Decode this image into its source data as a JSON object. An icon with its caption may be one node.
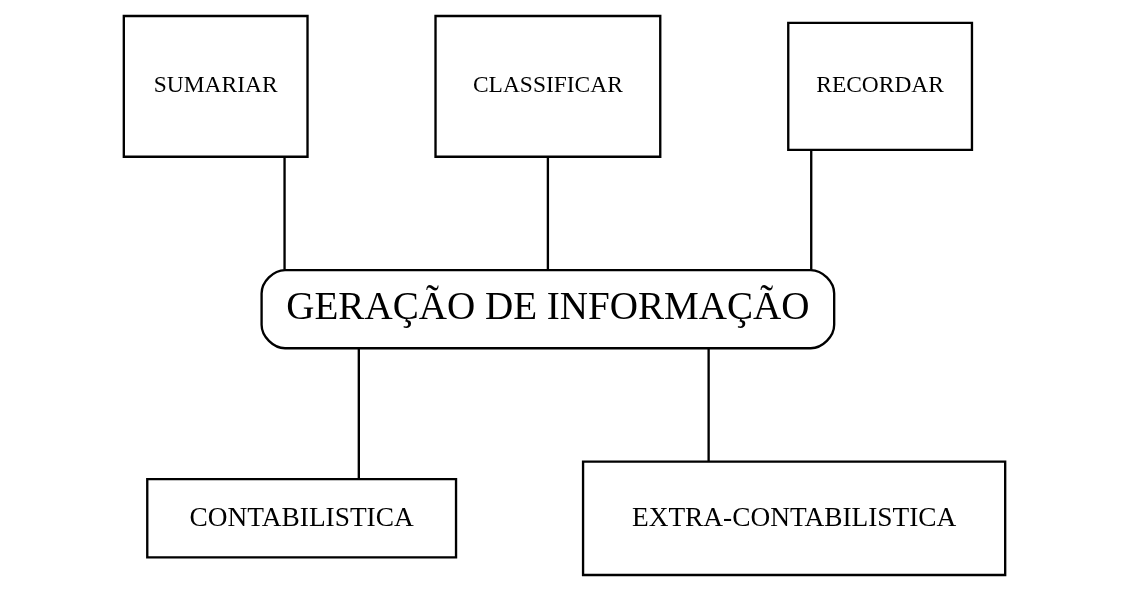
{
  "diagram": {
    "nodes": [
      {
        "text": [
          "SUMARIAR"
        ]
      },
      {
        "text": [
          "CLASSIFICAR"
        ]
      },
      {
        "text": [
          "RECORDAR"
        ]
      },
      {
        "text": [
          "GERAÇÃO DE INFORMAÇÃO"
        ]
      },
      {
        "text": [
          "CONTABILISTICA"
        ]
      },
      {
        "text": [
          "EXTRA-CONTABILISTICA"
        ]
      }
    ],
    "edges": [
      {
        "from": 0,
        "to": 3,
        "arrow": "none"
      },
      {
        "from": 1,
        "to": 3,
        "arrow": "none"
      },
      {
        "from": 2,
        "to": 3,
        "arrow": "none"
      },
      {
        "from": 3,
        "to": 4,
        "arrow": "none"
      },
      {
        "from": 3,
        "to": 5,
        "arrow": "none"
      }
    ]
  }
}
